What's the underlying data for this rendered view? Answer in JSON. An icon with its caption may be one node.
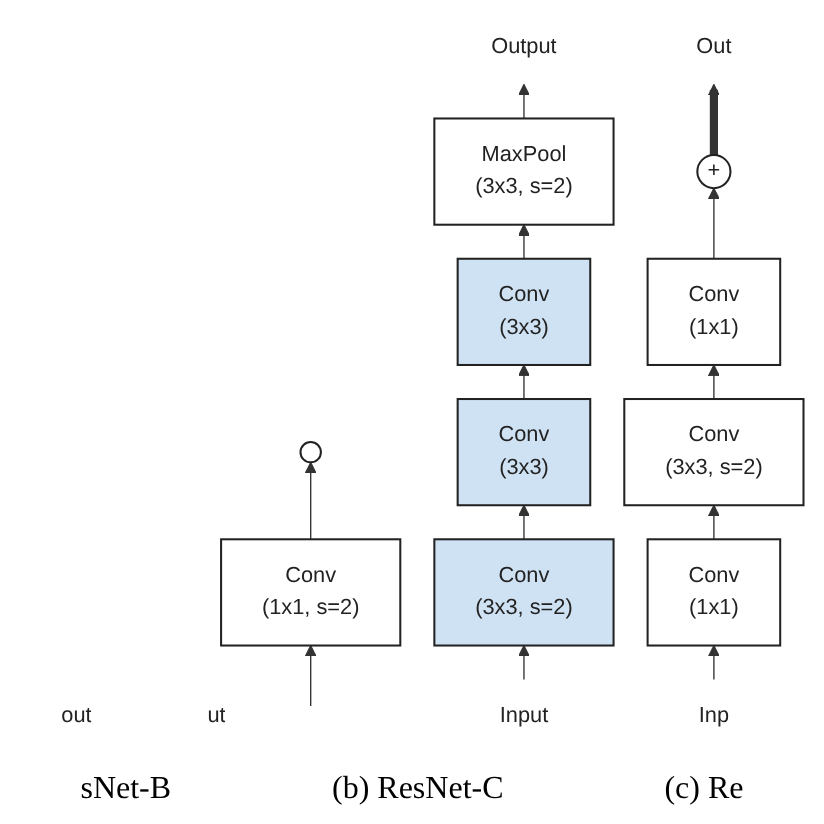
{
  "diagram": {
    "nodes": [
      {
        "text": [
          "out"
        ]
      },
      {
        "text": [],
        "shape": "circle"
      },
      {
        "text": [
          "Conv",
          "(1x1, s=2)"
        ]
      },
      {
        "text": [
          "ut"
        ]
      },
      {
        "text": [
          "Output"
        ]
      },
      {
        "text": [
          "MaxPool",
          "(3x3, s=2)"
        ]
      },
      {
        "text": [
          "Conv",
          "(3x3)"
        ]
      },
      {
        "text": [
          "Conv",
          "(3x3)"
        ]
      },
      {
        "text": [
          "Conv",
          "(3x3, s=2)"
        ]
      },
      {
        "text": [
          "Input"
        ]
      },
      {
        "text": [
          "Out"
        ]
      },
      {
        "text": [
          "+"
        ]
      },
      {
        "text": [
          "Conv",
          "(1x1)"
        ]
      },
      {
        "text": [
          "Conv",
          "(3x3, s=2)"
        ]
      },
      {
        "text": [
          "Conv",
          "(1x1)"
        ]
      },
      {
        "text": [
          "Inp"
        ]
      }
    ],
    "edges": [
      {
        "from": null,
        "to": 2,
        "arrow": "to"
      },
      {
        "from": 2,
        "to": 1,
        "arrow": "to"
      },
      {
        "from": 9,
        "to": 8,
        "arrow": "to"
      },
      {
        "from": 8,
        "to": 7,
        "arrow": "to"
      },
      {
        "from": 7,
        "to": 6,
        "arrow": "to"
      },
      {
        "from": 6,
        "to": 5,
        "arrow": "to"
      },
      {
        "from": 5,
        "to": 4,
        "arrow": "to"
      },
      {
        "from": 15,
        "to": 14,
        "arrow": "to"
      },
      {
        "from": 14,
        "to": 13,
        "arrow": "to"
      },
      {
        "from": 13,
        "to": 12,
        "arrow": "to"
      },
      {
        "from": 12,
        "to": 11,
        "arrow": "to"
      },
      {
        "from": 11,
        "to": 10,
        "arrow": "to",
        "style": "thick"
      }
    ],
    "labels": [
      "sNet-B",
      "(b) ResNet-C",
      "(c) Re"
    ]
  }
}
